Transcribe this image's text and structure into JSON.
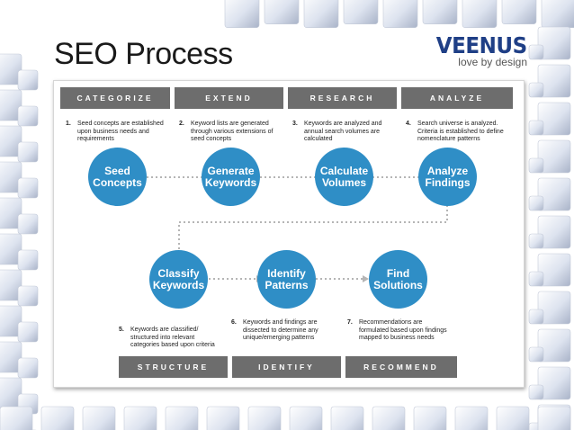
{
  "slide": {
    "title": "SEO Process",
    "logo": {
      "name": "VEENUS",
      "tagline": "love by design"
    }
  },
  "top_tabs": [
    "CATEGORIZE",
    "EXTEND",
    "RESEARCH",
    "ANALYZE"
  ],
  "bottom_tabs": [
    "STRUCTURE",
    "IDENTIFY",
    "RECOMMEND"
  ],
  "steps": [
    {
      "num": "1.",
      "text": "Seed concepts are established upon business needs and requirements",
      "node": "Seed Concepts"
    },
    {
      "num": "2.",
      "text": "Keyword lists are generated through various extensions of seed concepts",
      "node": "Generate Keywords"
    },
    {
      "num": "3.",
      "text": "Keywords are analyzed and annual search volumes are calculated",
      "node": "Calculate Volumes"
    },
    {
      "num": "4.",
      "text": "Search universe is analyzed. Criteria is established to define nomenclature patterns",
      "node": "Analyze Findings"
    },
    {
      "num": "5.",
      "text": "Keywords are classified/ structured into relevant categories based upon criteria",
      "node": "Classify Keywords"
    },
    {
      "num": "6.",
      "text": "Keywords and findings are dissected to determine any unique/emerging patterns",
      "node": "Identify Patterns"
    },
    {
      "num": "7.",
      "text": "Recommendations are formulated based upon findings mapped to business needs",
      "node": "Find Solutions"
    }
  ],
  "colors": {
    "circle": "#2f8ec6",
    "tab": "#6d6d6d",
    "logo": "#1f3f86",
    "connector": "#b5b5b5"
  }
}
